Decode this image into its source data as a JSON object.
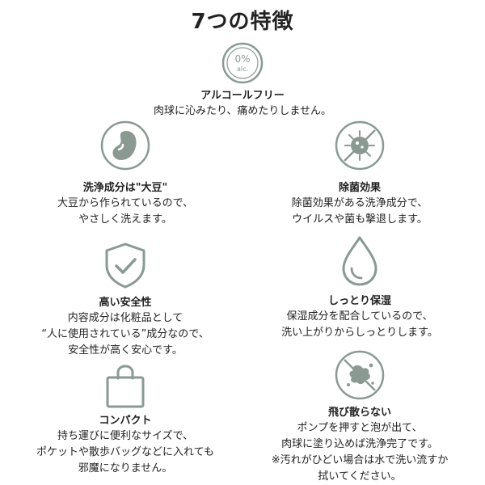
{
  "page_title": "7つの特徴",
  "colors": {
    "icon": "#8a9a93",
    "text": "#222222"
  },
  "features": [
    {
      "icon": "zero-percent-alcohol-icon",
      "icon_text": {
        "percent": "0%",
        "unit": "alc."
      },
      "title": "アルコールフリー",
      "lines": [
        "肉球に沁みたり、痛めたりしません。"
      ]
    },
    {
      "icon": "soybean-icon",
      "title": "洗浄成分は\"大豆\"",
      "lines": [
        "大豆から作られているので、",
        "やさしく洗えます。"
      ]
    },
    {
      "icon": "no-germs-icon",
      "title": "除菌効果",
      "lines": [
        "除菌効果がある洗浄成分で、",
        "ウイルスや菌も撃退します。"
      ]
    },
    {
      "icon": "shield-check-icon",
      "title": "高い安全性",
      "lines": [
        "内容成分は化粧品として",
        "“人に使用されている”成分なので、",
        "安全性が高く安心です。"
      ]
    },
    {
      "icon": "water-drop-icon",
      "title": "しっとり保湿",
      "lines": [
        "保湿成分を配合しているので、",
        "洗い上がりからしっとりします。"
      ]
    },
    {
      "icon": "bag-icon",
      "title": "コンパクト",
      "lines": [
        "持ち運びに便利なサイズで、",
        "ポケットや散歩バッグなどに入れても",
        "邪魔になりません。"
      ]
    },
    {
      "icon": "no-splash-icon",
      "title": "飛び散らない",
      "lines": [
        "ポンプを押すと泡が出て、",
        "肉球に塗り込めば洗浄完了です。",
        "※汚れがひどい場合は水で洗い流すか",
        "拭いてください。"
      ]
    }
  ]
}
